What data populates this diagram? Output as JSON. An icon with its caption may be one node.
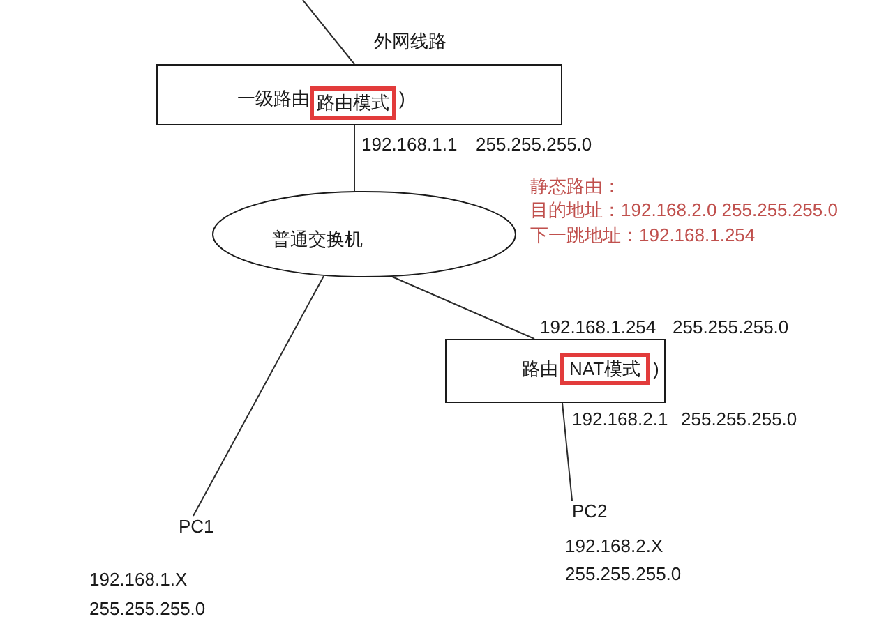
{
  "diagram": {
    "nodes": [
      {
        "text": [
          "一级路由",
          ")"
        ]
      },
      {
        "text": [
          "路由模式"
        ],
        "in": 0
      },
      {
        "text": [
          "普通交换机"
        ]
      },
      {
        "text": [
          "路由",
          ")"
        ]
      },
      {
        "text": [
          "NAT模式"
        ],
        "in": 3
      },
      {
        "text": [
          "PC1"
        ],
        "beside": [
          "192.168.1.X",
          "255.255.255.0"
        ]
      },
      {
        "text": [
          "PC2"
        ],
        "beside": [
          "192.168.2.X",
          "255.255.255.0"
        ]
      }
    ],
    "edges": [
      {
        "from": null,
        "to": 0,
        "arrow": "none"
      },
      {
        "from": 0,
        "to": 2,
        "arrow": "none"
      },
      {
        "from": 2,
        "to": 5,
        "arrow": "none"
      },
      {
        "from": 2,
        "to": 3,
        "arrow": "none"
      },
      {
        "from": 3,
        "to": 6,
        "arrow": "none"
      }
    ],
    "labels": [
      "外网线路",
      "192.168.1.1",
      "255.255.255.0",
      "静态路由：",
      "目的地址：192.168.2.0 255.255.255.0",
      "下一跳地址：192.168.1.254",
      "192.168.1.254",
      "255.255.255.0",
      "192.168.2.1",
      "255.255.255.0"
    ]
  }
}
